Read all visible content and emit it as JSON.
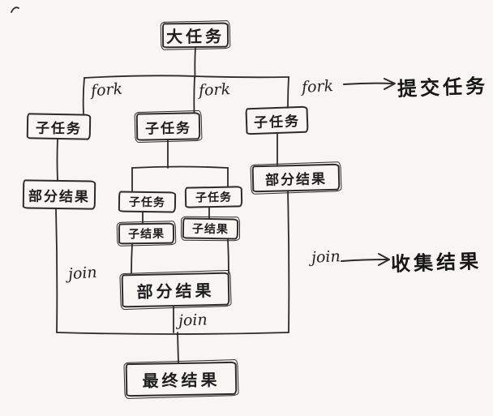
{
  "canvas": {
    "background": "#f7f6f3",
    "ink": "#2b2b2b"
  },
  "nodes": {
    "big_task": {
      "label": "大任务"
    },
    "subtask_left": {
      "label": "子任务"
    },
    "subtask_mid": {
      "label": "子任务"
    },
    "subtask_right": {
      "label": "子任务"
    },
    "partial_result_left": {
      "label": "部分结果"
    },
    "partial_result_right": {
      "label": "部分结果"
    },
    "sub_subtask_left": {
      "label": "子任务"
    },
    "sub_subtask_right": {
      "label": "子任务"
    },
    "sub_result_left": {
      "label": "子结果"
    },
    "sub_result_right": {
      "label": "子结果"
    },
    "partial_result_mid": {
      "label": "部分结果"
    },
    "final_result": {
      "label": "最终结果"
    }
  },
  "edge_labels": {
    "fork_left": "fork",
    "fork_mid": "fork",
    "fork_right": "fork",
    "join_left": "join",
    "join_right": "join",
    "join_bottom": "join"
  },
  "annotations": {
    "fork_note": "提交任务",
    "join_note": "收集结果"
  }
}
